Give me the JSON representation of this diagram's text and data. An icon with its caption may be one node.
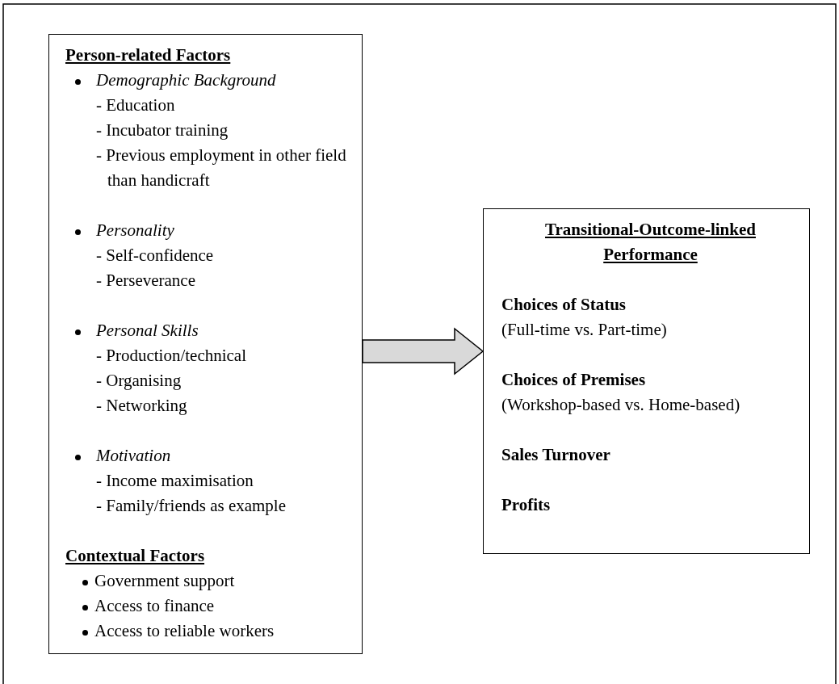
{
  "diagram": {
    "nodes": [
      {
        "text": [
          "Person-related Factors",
          "Demographic Background",
          "- Education",
          "- Incubator training",
          "- Previous employment in other field than handicraft",
          "Personality",
          "- Self-confidence",
          "- Perseverance",
          "Personal Skills",
          "- Production/technical",
          "- Organising",
          "- Networking",
          "Motivation",
          "- Income maximisation",
          "- Family/friends as example",
          "Contextual Factors",
          "Government support",
          "Access to finance",
          "Access to reliable workers"
        ]
      },
      {
        "text": [
          "Transitional-Outcome-linked Performance",
          "Choices of Status",
          "(Full-time vs. Part-time)",
          "Choices of Premises",
          "(Workshop-based vs. Home-based)",
          "Sales Turnover",
          "Profits"
        ]
      }
    ],
    "edges": [
      {
        "from": 0,
        "to": 1,
        "arrow": "to"
      }
    ]
  }
}
